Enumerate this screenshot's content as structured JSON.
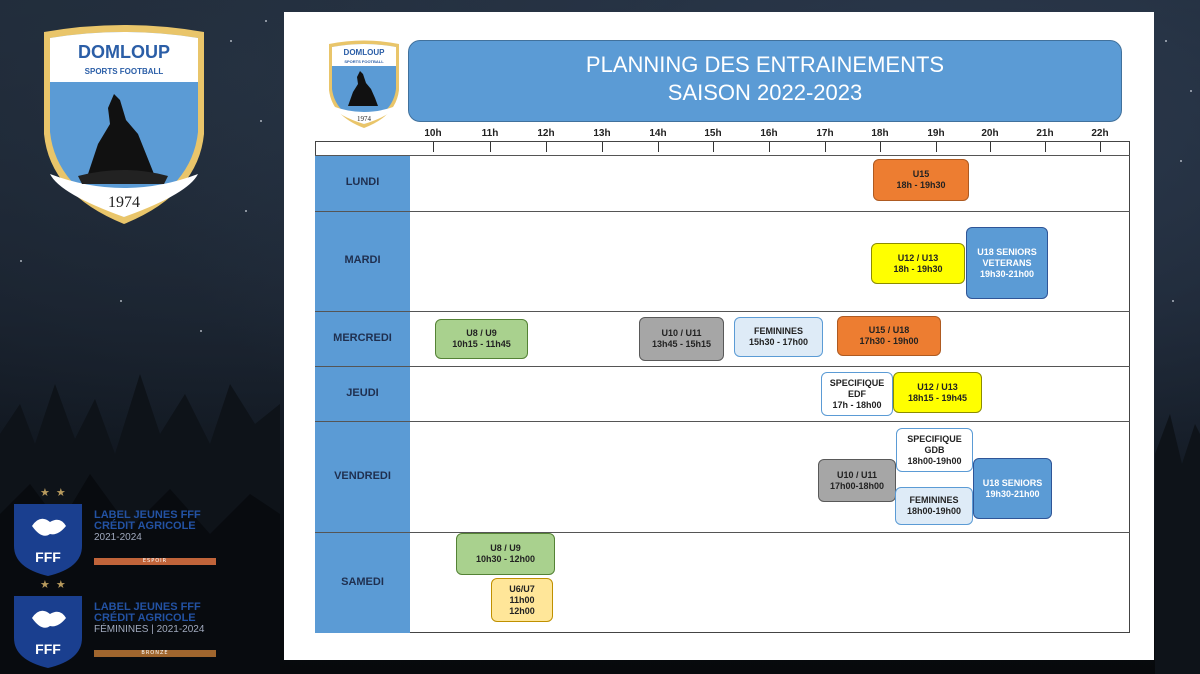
{
  "club": {
    "name": "DOMLOUP",
    "subtitle": "SPORTS FOOTBALL",
    "year": "1974"
  },
  "labels": [
    {
      "line1": "LABEL JEUNES FFF",
      "line2": "CRÉDIT AGRICOLE",
      "line3": "2021-2024",
      "bar_text": "ESPOIR",
      "bar_color": "#c0643a",
      "brand": "FFF"
    },
    {
      "line1": "LABEL JEUNES FFF",
      "line2": "CRÉDIT AGRICOLE",
      "line3": "FÉMININES | 2021-2024",
      "bar_text": "BRONZE",
      "bar_color": "#a0662e",
      "brand": "FFF"
    }
  ],
  "planning": {
    "title_line1": "PLANNING DES ENTRAINEMENTS",
    "title_line2": "SAISON 2022-2023",
    "hours": [
      "10h",
      "11h",
      "12h",
      "13h",
      "14h",
      "15h",
      "16h",
      "17h",
      "18h",
      "19h",
      "20h",
      "21h",
      "22h"
    ],
    "days": [
      "LUNDI",
      "MARDI",
      "MERCREDI",
      "JEUDI",
      "VENDREDI",
      "SAMEDI"
    ],
    "sessions": [
      {
        "day": "LUNDI",
        "line1": "U15",
        "line2": "18h - 19h30",
        "line3": "",
        "color": "orange"
      },
      {
        "day": "MARDI",
        "line1": "U12 / U13",
        "line2": "18h - 19h30",
        "line3": "",
        "color": "yellow"
      },
      {
        "day": "MARDI",
        "line1": "U18 SENIORS",
        "line2": "VETERANS",
        "line3": "19h30-21h00",
        "color": "blue"
      },
      {
        "day": "MERCREDI",
        "line1": "U8 / U9",
        "line2": "10h15 - 11h45",
        "line3": "",
        "color": "green"
      },
      {
        "day": "MERCREDI",
        "line1": "U10 / U11",
        "line2": "13h45 - 15h15",
        "line3": "",
        "color": "grey"
      },
      {
        "day": "MERCREDI",
        "line1": "FEMININES",
        "line2": "15h30 - 17h00",
        "line3": "",
        "color": "lightblue"
      },
      {
        "day": "MERCREDI",
        "line1": "U15 / U18",
        "line2": "17h30 - 19h00",
        "line3": "",
        "color": "orange"
      },
      {
        "day": "JEUDI",
        "line1": "SPECIFIQUE",
        "line2": "EDF",
        "line3": "17h - 18h00",
        "color": "white"
      },
      {
        "day": "JEUDI",
        "line1": "U12 / U13",
        "line2": "18h15 - 19h45",
        "line3": "",
        "color": "yellow"
      },
      {
        "day": "VENDREDI",
        "line1": "SPECIFIQUE",
        "line2": "GDB",
        "line3": "18h00-19h00",
        "color": "white"
      },
      {
        "day": "VENDREDI",
        "line1": "U10 / U11",
        "line2": "17h00-18h00",
        "line3": "",
        "color": "grey"
      },
      {
        "day": "VENDREDI",
        "line1": "U18 SENIORS",
        "line2": "19h30-21h00",
        "line3": "",
        "color": "blue"
      },
      {
        "day": "VENDREDI",
        "line1": "FEMININES",
        "line2": "18h00-19h00",
        "line3": "",
        "color": "lightblue"
      },
      {
        "day": "SAMEDI",
        "line1": "U8 / U9",
        "line2": "10h30 - 12h00",
        "line3": "",
        "color": "green"
      },
      {
        "day": "SAMEDI",
        "line1": "U6/U7",
        "line2": "11h00",
        "line3": "12h00",
        "color": "peach"
      }
    ]
  }
}
